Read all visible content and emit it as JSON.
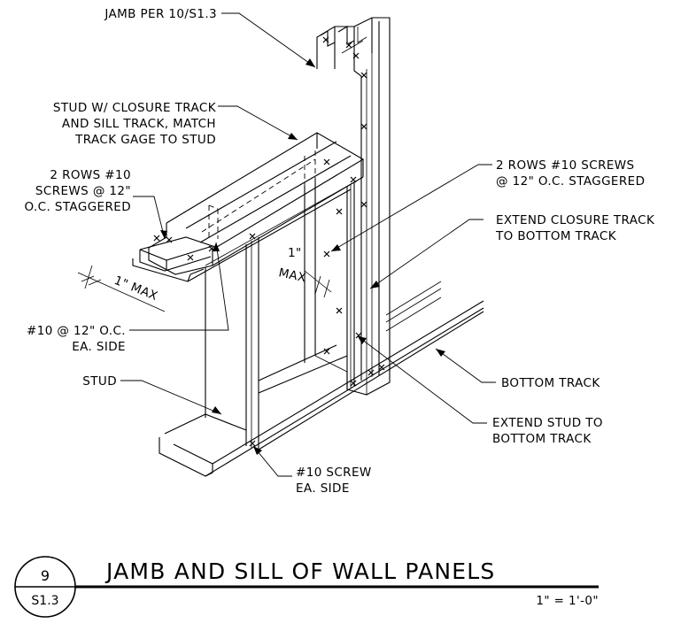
{
  "callouts": {
    "jamb": "JAMB PER 10/S1.3",
    "stud_closure_1": "STUD W/ CLOSURE TRACK",
    "stud_closure_2": "AND SILL TRACK, MATCH",
    "stud_closure_3": "TRACK GAGE TO STUD",
    "rows_left_1": "2 ROWS #10",
    "rows_left_2": "SCREWS @ 12\"",
    "rows_left_3": "O.C. STAGGERED",
    "rows_right_1": "2 ROWS #10 SCREWS",
    "rows_right_2": "@ 12\" O.C. STAGGERED",
    "extend_closure_1": "EXTEND CLOSURE  TRACK",
    "extend_closure_2": "TO BOTTOM TRACK",
    "screw_each_side_1": "#10 @ 12\" O.C.",
    "screw_each_side_2": "EA. SIDE",
    "stud": "STUD",
    "bottom_track": "BOTTOM TRACK",
    "extend_stud_1": "EXTEND STUD TO",
    "extend_stud_2": "BOTTOM TRACK",
    "screw_10_1": "#10 SCREW",
    "screw_10_2": "EA. SIDE"
  },
  "dimensions": {
    "one_inch_max_horizontal": "1\" MAX",
    "one_inch_vertical": "1\"",
    "max_vertical": "MAX"
  },
  "title_block": {
    "detail_number": "9",
    "sheet": "S1.3",
    "title": "JAMB AND SILL OF WALL PANELS",
    "scale": "1\" = 1'-0\""
  }
}
